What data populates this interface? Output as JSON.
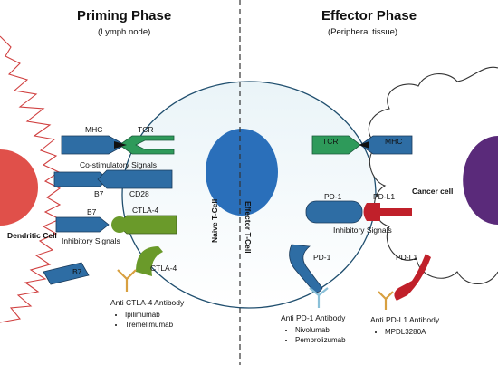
{
  "priming": {
    "title": "Priming Phase",
    "subtitle": "(Lymph node)"
  },
  "effector": {
    "title": "Effector Phase",
    "subtitle": "(Peripheral tissue)"
  },
  "cells": {
    "dendritic": "Dendritic Cell",
    "naive": "Naive T-Cell",
    "effector_t": "Effector T-Cell",
    "cancer": "Cancer cell"
  },
  "receptors": {
    "mhc_left": "MHC",
    "tcr_left": "TCR",
    "costim": "Co-stimulatory Signals",
    "b7_1": "B7",
    "cd28": "CD28",
    "b7_2": "B7",
    "ctla4_1": "CTLA-4",
    "inhibitory_left": "Inhibitory Signals",
    "b7_3": "B7",
    "ctla4_2": "CTLA-4",
    "tcr_right": "TCR",
    "mhc_right": "MHC",
    "pd1_1": "PD-1",
    "pdl1_1": "PD-L1",
    "inhibitory_right": "Inhibitory Signals",
    "pd1_2": "PD-1",
    "pdl1_2": "PD-L1"
  },
  "antibodies": {
    "ctla4": {
      "title": "Anti CTLA-4 Antibody",
      "drugs": [
        "Ipilimumab",
        "Tremelimumab"
      ]
    },
    "pd1": {
      "title": "Anti PD-1 Antibody",
      "drugs": [
        "Nivolumab",
        "Pembrolizumab"
      ]
    },
    "pdl1": {
      "title": "Anti PD-L1 Antibody",
      "drugs": [
        "MPDL3280A"
      ]
    }
  },
  "colors": {
    "dendritic": "#e0504a",
    "nucleus": "#2a6fba",
    "receptor_blue": "#2e6da4",
    "tcr_green": "#2e9a5a",
    "ctla4_green": "#6a9a2a",
    "pdl1_red": "#c0202a",
    "cancer_nucleus": "#5a2a7a",
    "membrane": "#1f4e6e",
    "zigzag": "#d04040"
  }
}
